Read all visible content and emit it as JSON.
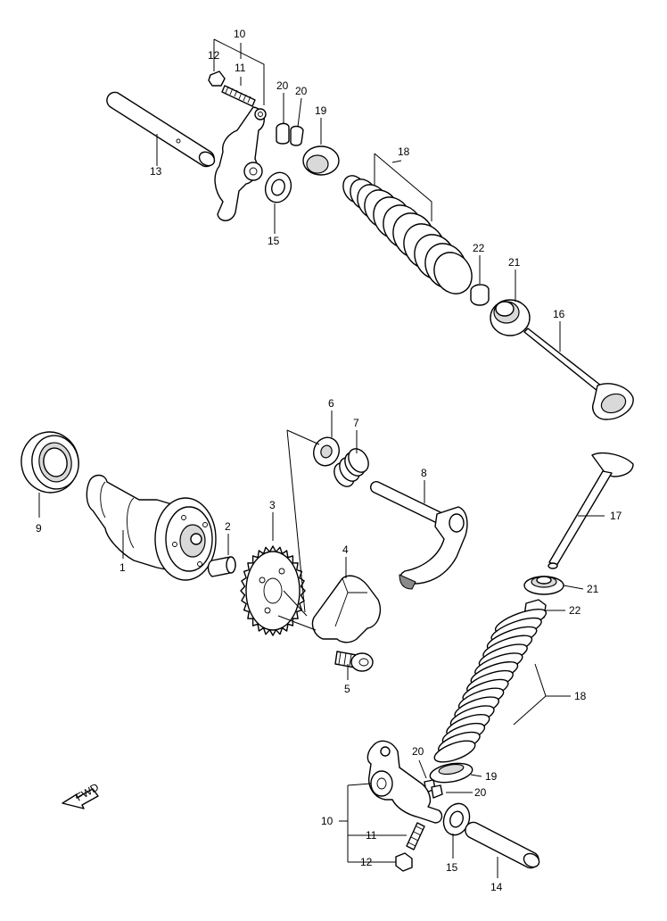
{
  "callouts": {
    "c10_top": "10",
    "c11_top": "11",
    "c12_top": "12",
    "c20_a": "20",
    "c20_b": "20",
    "c19_top": "19",
    "c13": "13",
    "c15_top": "15",
    "c18_top": "18",
    "c22_top": "22",
    "c21_top": "21",
    "c16": "16",
    "c6": "6",
    "c7": "7",
    "c8": "8",
    "c9": "9",
    "c1": "1",
    "c2": "2",
    "c3": "3",
    "c4": "4",
    "c5": "5",
    "c17": "17",
    "c21_bot": "21",
    "c22_bot": "22",
    "c18_bot": "18",
    "c20_c": "20",
    "c19_bot": "19",
    "c20_d": "20",
    "c10_bot": "10",
    "c11_bot": "11",
    "c12_bot": "12",
    "c15_bot": "15",
    "c14": "14"
  },
  "fwd_arrow_label": "FWD"
}
